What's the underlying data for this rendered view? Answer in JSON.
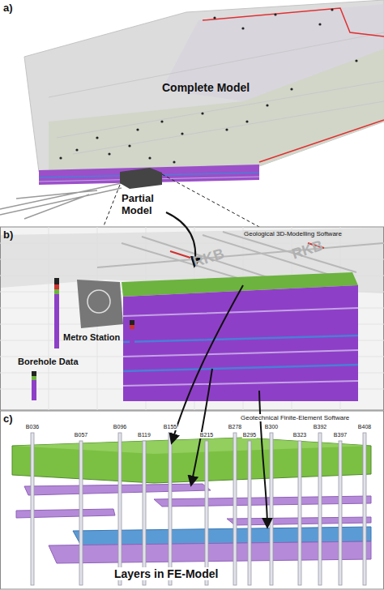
{
  "diagram": {
    "labels": [
      "a)",
      "Complete Model",
      "Partial Model",
      "b)",
      "Geological 3D-Modelling Software",
      "RKB",
      "RKB",
      "Metro Station",
      "Borehole Data",
      "c)",
      "Geotechnical Finite-Element Software",
      "B036",
      "B057",
      "B096",
      "B119",
      "B155",
      "B215",
      "B278",
      "B295",
      "B300",
      "B323",
      "B392",
      "B397",
      "B408",
      "Layers in FE-Model"
    ]
  }
}
